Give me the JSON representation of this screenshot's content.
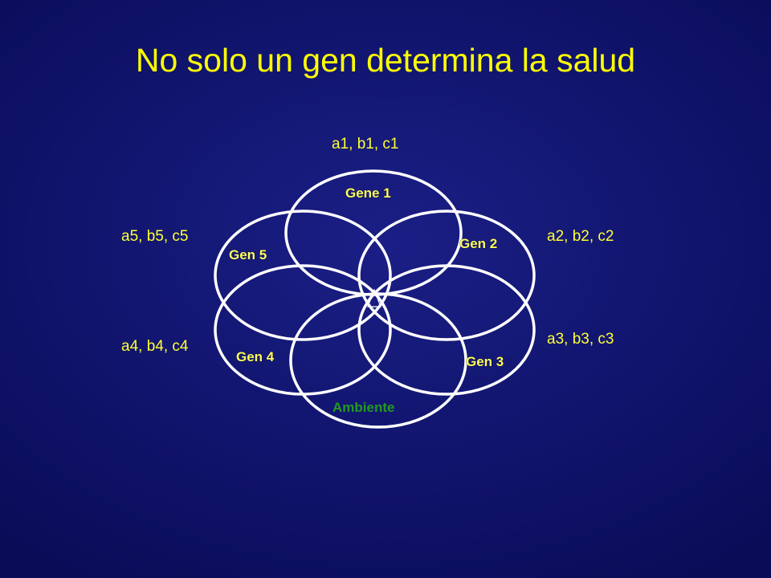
{
  "slide": {
    "title": "No solo un gen determina la salud"
  },
  "alleles": {
    "gene1": "a1, b1, c1",
    "gene2": "a2, b2, c2",
    "gene3": "a3, b3, c3",
    "gene4": "a4, b4, c4",
    "gene5": "a5, b5, c5"
  },
  "circles": {
    "gene1": "Gene 1",
    "gene2": "Gen 2",
    "gene3": "Gen 3",
    "gene4": "Gen 4",
    "gene5": "Gen 5",
    "environment": "Ambiente"
  },
  "colors": {
    "background": "#10146c",
    "title": "#ffff00",
    "allele_text": "#ffff33",
    "gene_label": "#ffff66",
    "environment_label": "#229922",
    "ring_stroke": "#ffffff"
  }
}
